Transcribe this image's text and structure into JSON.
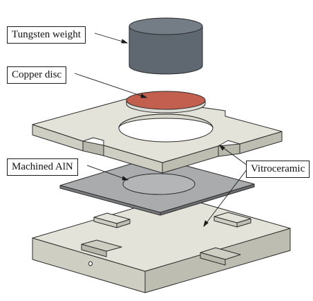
{
  "labels": {
    "tungsten": "Tungsten weight",
    "copper": "Copper disc",
    "aln": "Machined AlN",
    "vitro": "Vitroceramic"
  },
  "colors": {
    "tungsten_side": "#5f6770",
    "tungsten_top": "#747c85",
    "copper_top": "#c25f4e",
    "copper_edge": "#dcdcd6",
    "ceramic_top": "#e3e2d8",
    "ceramic_side": "#c9c8bd",
    "aln_top": "#a9aaac",
    "aln_edge": "#7c7d80",
    "outline": "#2a2a2a"
  }
}
